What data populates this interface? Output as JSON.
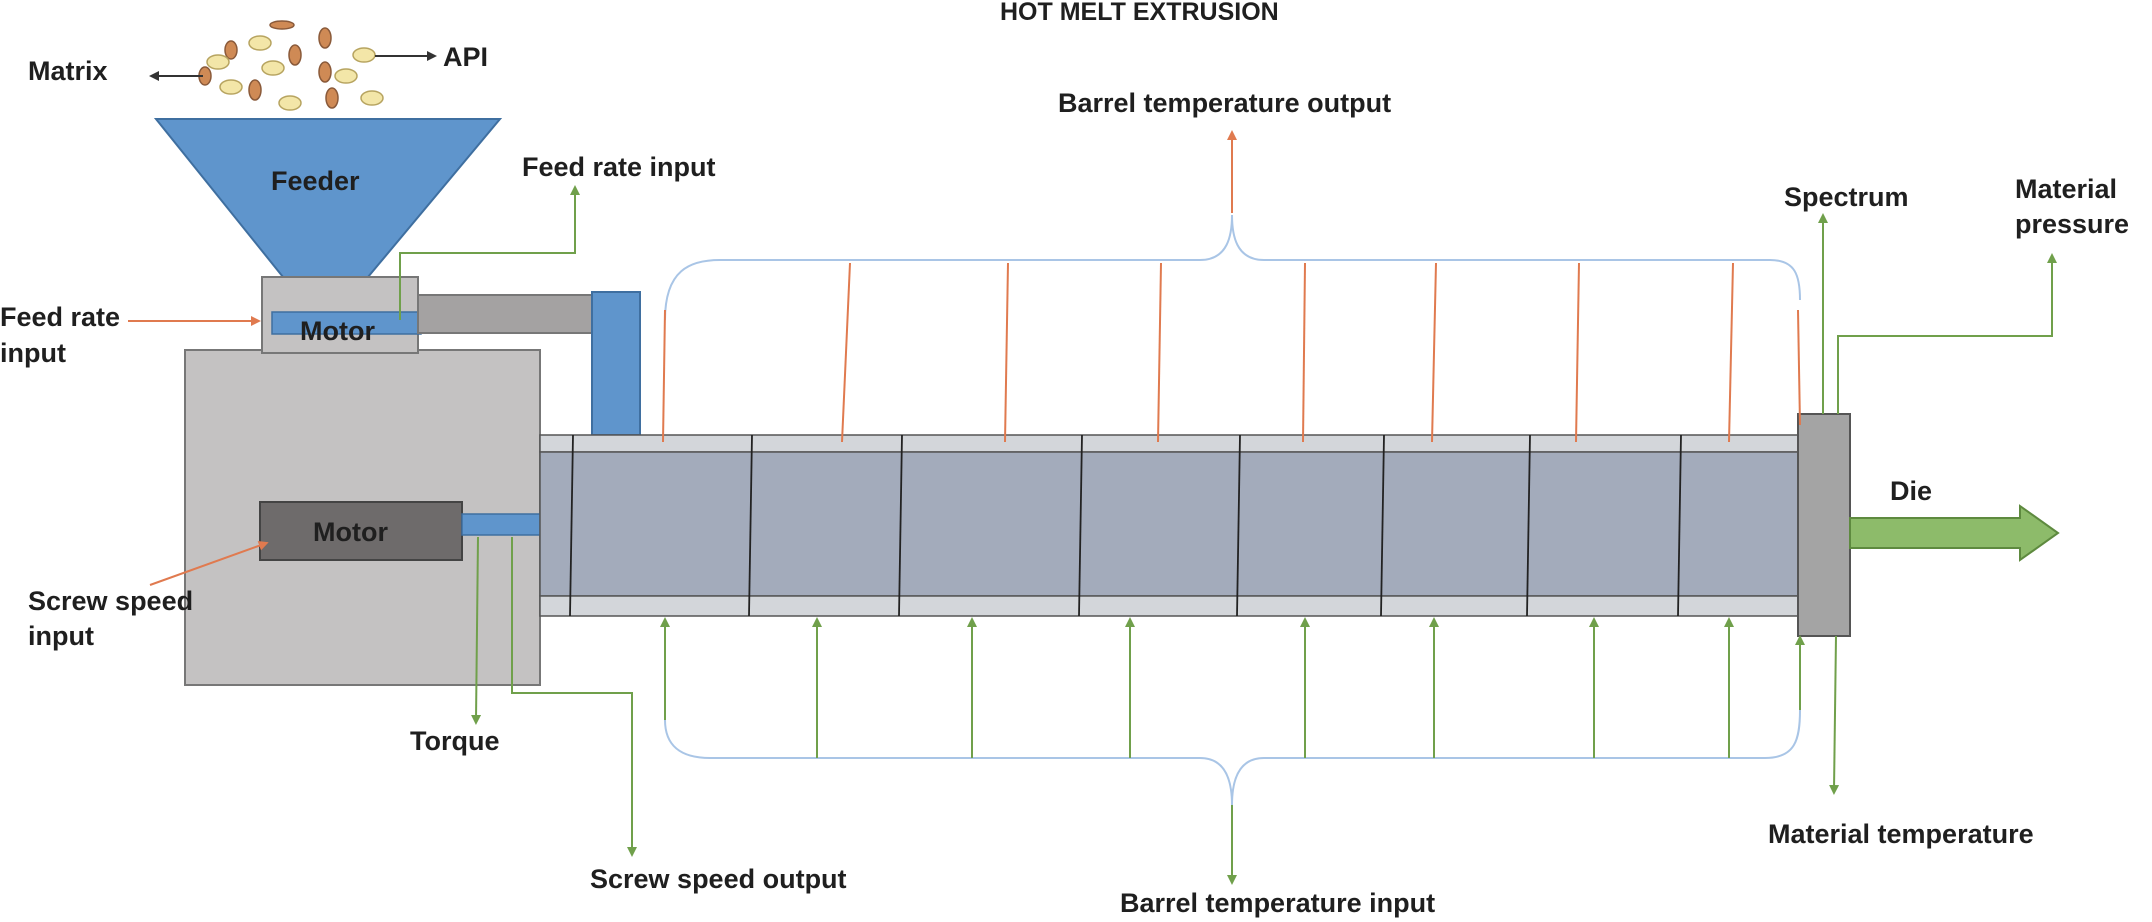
{
  "title": "HOT MELT EXTRUSION",
  "labels": {
    "matrix": "Matrix",
    "api": "API",
    "feeder": "Feeder",
    "feed_rate_input_top": "Feed rate input",
    "feed_rate_input_left_1": "Feed rate",
    "feed_rate_input_left_2": "input",
    "motor_top": "Motor",
    "motor_main": "Motor",
    "screw_speed_input_1": "Screw speed",
    "screw_speed_input_2": "input",
    "torque": "Torque",
    "screw_speed_output": "Screw speed output",
    "barrel_temperature_output": "Barrel temperature output",
    "barrel_temperature_input": "Barrel temperature input",
    "spectrum": "Spectrum",
    "material_pressure_1": "Material",
    "material_pressure_2": "pressure",
    "die": "Die",
    "material_temperature": "Material temperature"
  },
  "colors": {
    "feeder": "#5f95cc",
    "motor_dark": "#6e6b6b",
    "housing": "#c4c2c2",
    "barrel": "#a3abbb",
    "barrel_rim": "#d3d6da",
    "die_block": "#a4a4a4",
    "die_arrow": "#8dbb6a",
    "output_line": "#e07a4f",
    "input_line": "#70a04b",
    "bracket": "#a9c5e6",
    "pellet_matrix": "#cf8a55",
    "pellet_api": "#f3e6a8"
  }
}
